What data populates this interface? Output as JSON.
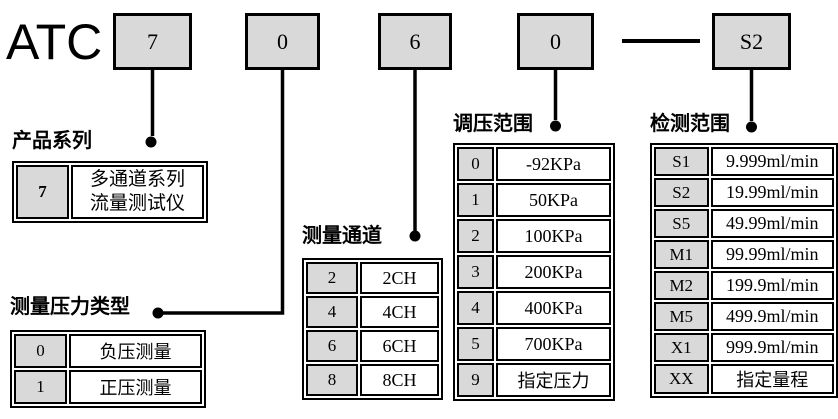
{
  "brand": "ATC",
  "separator": "—",
  "code": [
    "7",
    "0",
    "6",
    "0",
    "S2"
  ],
  "colors": {
    "box_fill": "#d9d9d9",
    "key_cell_fill": "#d9d9d9",
    "border": "#000000",
    "background": "#ffffff",
    "text": "#000000"
  },
  "sections": [
    {
      "title": "产品系列",
      "rows": [
        {
          "key": "7",
          "value": "多通道系列\n流量测试仪"
        }
      ]
    },
    {
      "title": "测量压力类型",
      "rows": [
        {
          "key": "0",
          "value": "负压测量"
        },
        {
          "key": "1",
          "value": "正压测量"
        }
      ]
    },
    {
      "title": "测量通道",
      "rows": [
        {
          "key": "2",
          "value": "2CH"
        },
        {
          "key": "4",
          "value": "4CH"
        },
        {
          "key": "6",
          "value": "6CH"
        },
        {
          "key": "8",
          "value": "8CH"
        }
      ]
    },
    {
      "title": "调压范围",
      "rows": [
        {
          "key": "0",
          "value": "-92KPa"
        },
        {
          "key": "1",
          "value": "50KPa"
        },
        {
          "key": "2",
          "value": "100KPa"
        },
        {
          "key": "3",
          "value": "200KPa"
        },
        {
          "key": "4",
          "value": "400KPa"
        },
        {
          "key": "5",
          "value": "700KPa"
        },
        {
          "key": "9",
          "value": "指定压力"
        }
      ]
    },
    {
      "title": "检测范围",
      "rows": [
        {
          "key": "S1",
          "value": "9.999ml/min"
        },
        {
          "key": "S2",
          "value": "19.99ml/min"
        },
        {
          "key": "S5",
          "value": "49.99ml/min"
        },
        {
          "key": "M1",
          "value": "99.99ml/min"
        },
        {
          "key": "M2",
          "value": "199.9ml/min"
        },
        {
          "key": "M5",
          "value": "499.9ml/min"
        },
        {
          "key": "X1",
          "value": "999.9ml/min"
        },
        {
          "key": "XX",
          "value": "指定量程"
        }
      ]
    }
  ]
}
